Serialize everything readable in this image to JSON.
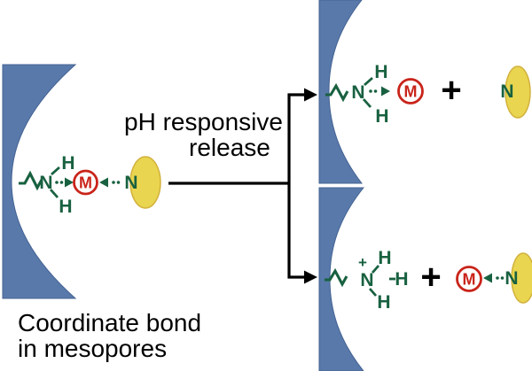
{
  "colors": {
    "pore_wall_blue": "#5879aa",
    "bond_green": "#186140",
    "metal_red": "#c9241a",
    "ligand_yellow": "#e9d54f",
    "text_black": "#000000",
    "background": "#ffffff"
  },
  "reaction_label": {
    "line1": "pH responsive",
    "line2": "release"
  },
  "caption": {
    "line1": "Coordinate bond",
    "line2": "in mesopores"
  },
  "reactant": {
    "amine_n": "N",
    "h_top": "H",
    "h_bottom": "H",
    "metal": "M",
    "ligand_n": "N"
  },
  "product_top": {
    "amine_n": "N",
    "h_top": "H",
    "h_bottom": "H",
    "metal": "M",
    "plus": "+",
    "ligand_n": "N"
  },
  "product_bottom": {
    "charge": "+",
    "amine_n": "N",
    "h_top": "H",
    "h_right": "H",
    "h_bottom": "H",
    "plus": "+",
    "metal": "M",
    "ligand_n": "N"
  }
}
